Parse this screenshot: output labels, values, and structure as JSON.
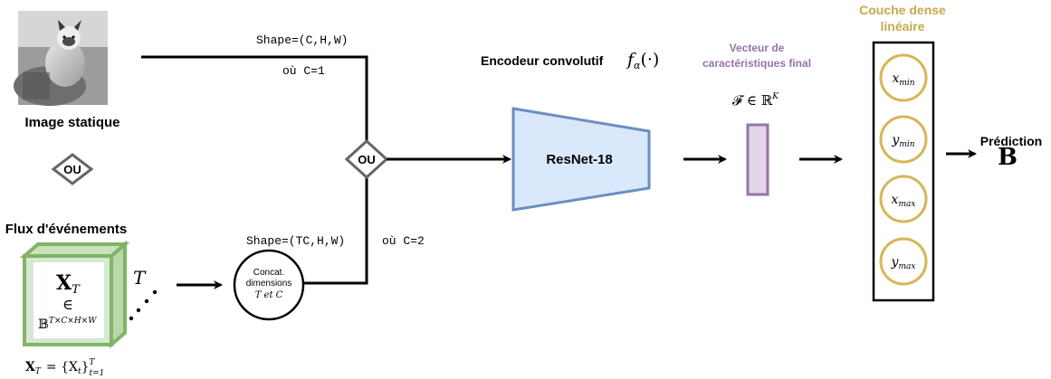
{
  "inputs": {
    "static_image_label": "Image statique",
    "or_label": "OU",
    "event_stream_label": "Flux d'événements",
    "tensor_symbol": "X",
    "tensor_subscript": "T",
    "element_of": "∈",
    "binary_space": "𝔹",
    "binary_space_exponent": "T×C×H×W",
    "depth_label": "T",
    "definition_lhs": "X",
    "definition_lhs_sub": "T",
    "definition_rhs": "= {X",
    "definition_rhs_sub": "t",
    "definition_rhs_close": "}",
    "definition_range_sup": "T",
    "definition_range_sub": "t=1"
  },
  "concat": {
    "line1": "Concat.",
    "line2": "dimensions",
    "line3": "T et C"
  },
  "branches": {
    "top_shape": "Shape=(C,H,W)",
    "top_condition": "où C=1",
    "bottom_shape": "Shape=(TC,H,W)",
    "bottom_condition": "où C=2",
    "merge_label": "OU"
  },
  "encoder": {
    "title": "Encodeur convolutif",
    "function": "f",
    "function_sub": "α",
    "function_arg": "(·)",
    "block_label": "ResNet-18"
  },
  "feature_vector": {
    "title_line1": "Vecteur de",
    "title_line2": "caractéristiques final",
    "formula_left": "𝓕 ∈ ℝ",
    "formula_exp": "K"
  },
  "dense_layer": {
    "title_line1": "Couche dense",
    "title_line2": "linéaire",
    "neurons": [
      {
        "base": "x",
        "sub": "min"
      },
      {
        "base": "y",
        "sub": "min"
      },
      {
        "base": "x",
        "sub": "max"
      },
      {
        "base": "y",
        "sub": "max"
      }
    ]
  },
  "prediction": {
    "label": "Prédiction",
    "symbol": "B"
  },
  "colors": {
    "encoder_fill": "#dae8fc",
    "encoder_stroke": "#6c8ebf",
    "feature_fill": "#e1d5e7",
    "feature_stroke": "#9673a6",
    "feature_text": "#9673a6",
    "dense_text": "#c9a84c",
    "neuron_fill": "#fff2cc",
    "neuron_stroke": "#d6b656",
    "event_fill": "#d5e8d4",
    "event_stroke": "#82b366",
    "diamond_stroke": "#666666"
  }
}
